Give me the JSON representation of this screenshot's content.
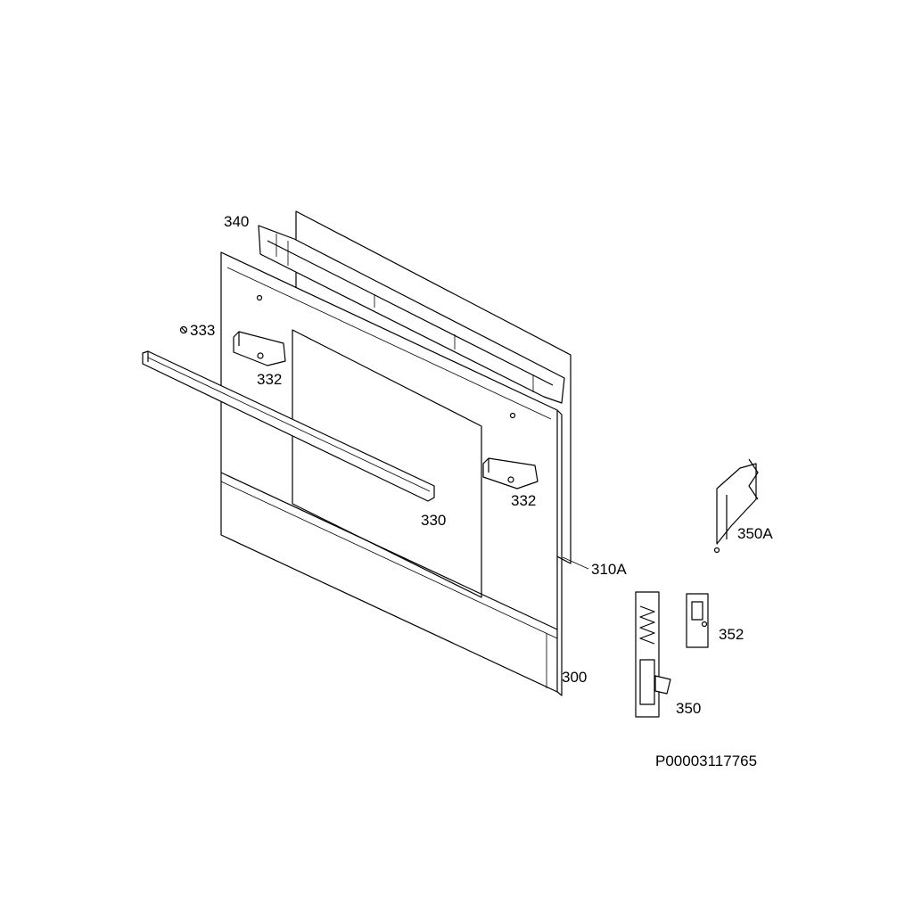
{
  "diagram": {
    "drawing_number": "P00003117765",
    "parts": [
      {
        "id": "340",
        "label": "340"
      },
      {
        "id": "333",
        "label": "333"
      },
      {
        "id": "332a",
        "label": "332"
      },
      {
        "id": "332b",
        "label": "332"
      },
      {
        "id": "330",
        "label": "330"
      },
      {
        "id": "310A",
        "label": "310A"
      },
      {
        "id": "300",
        "label": "300"
      },
      {
        "id": "350A",
        "label": "350A"
      },
      {
        "id": "352",
        "label": "352"
      },
      {
        "id": "350",
        "label": "350"
      }
    ]
  }
}
